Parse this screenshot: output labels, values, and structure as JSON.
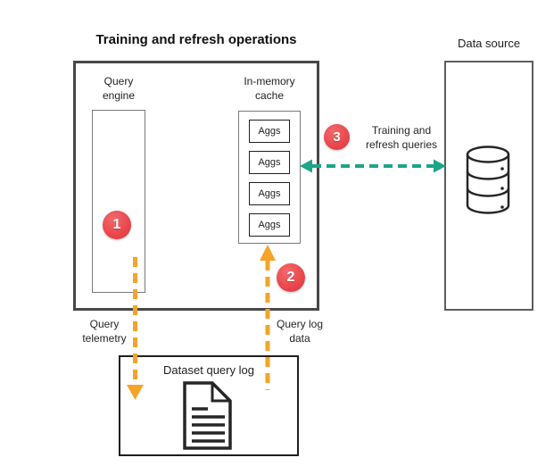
{
  "title": "Training and refresh operations",
  "boxes": {
    "query_engine": {
      "label": "Query engine"
    },
    "in_memory_cache": {
      "label": "In-memory cache",
      "items": [
        "Aggs",
        "Aggs",
        "Aggs",
        "Aggs"
      ]
    },
    "data_source": {
      "label": "Data source"
    },
    "dataset_query_log": {
      "label": "Dataset query log"
    }
  },
  "badges": [
    {
      "number": "1"
    },
    {
      "number": "2"
    },
    {
      "number": "3"
    }
  ],
  "arrows": {
    "training_refresh": {
      "label": "Training and refresh queries",
      "direction": "double-headed"
    },
    "query_telemetry": {
      "label": "Query telemetry",
      "direction": "down"
    },
    "query_log_data": {
      "label": "Query log data",
      "direction": "up"
    }
  },
  "icons": {
    "data_source": "database-icon",
    "dataset_query_log": "document-icon"
  },
  "colors": {
    "arrow_orange": "#F5A428",
    "arrow_teal": "#1CA588",
    "badge_red": "#E9464B"
  }
}
